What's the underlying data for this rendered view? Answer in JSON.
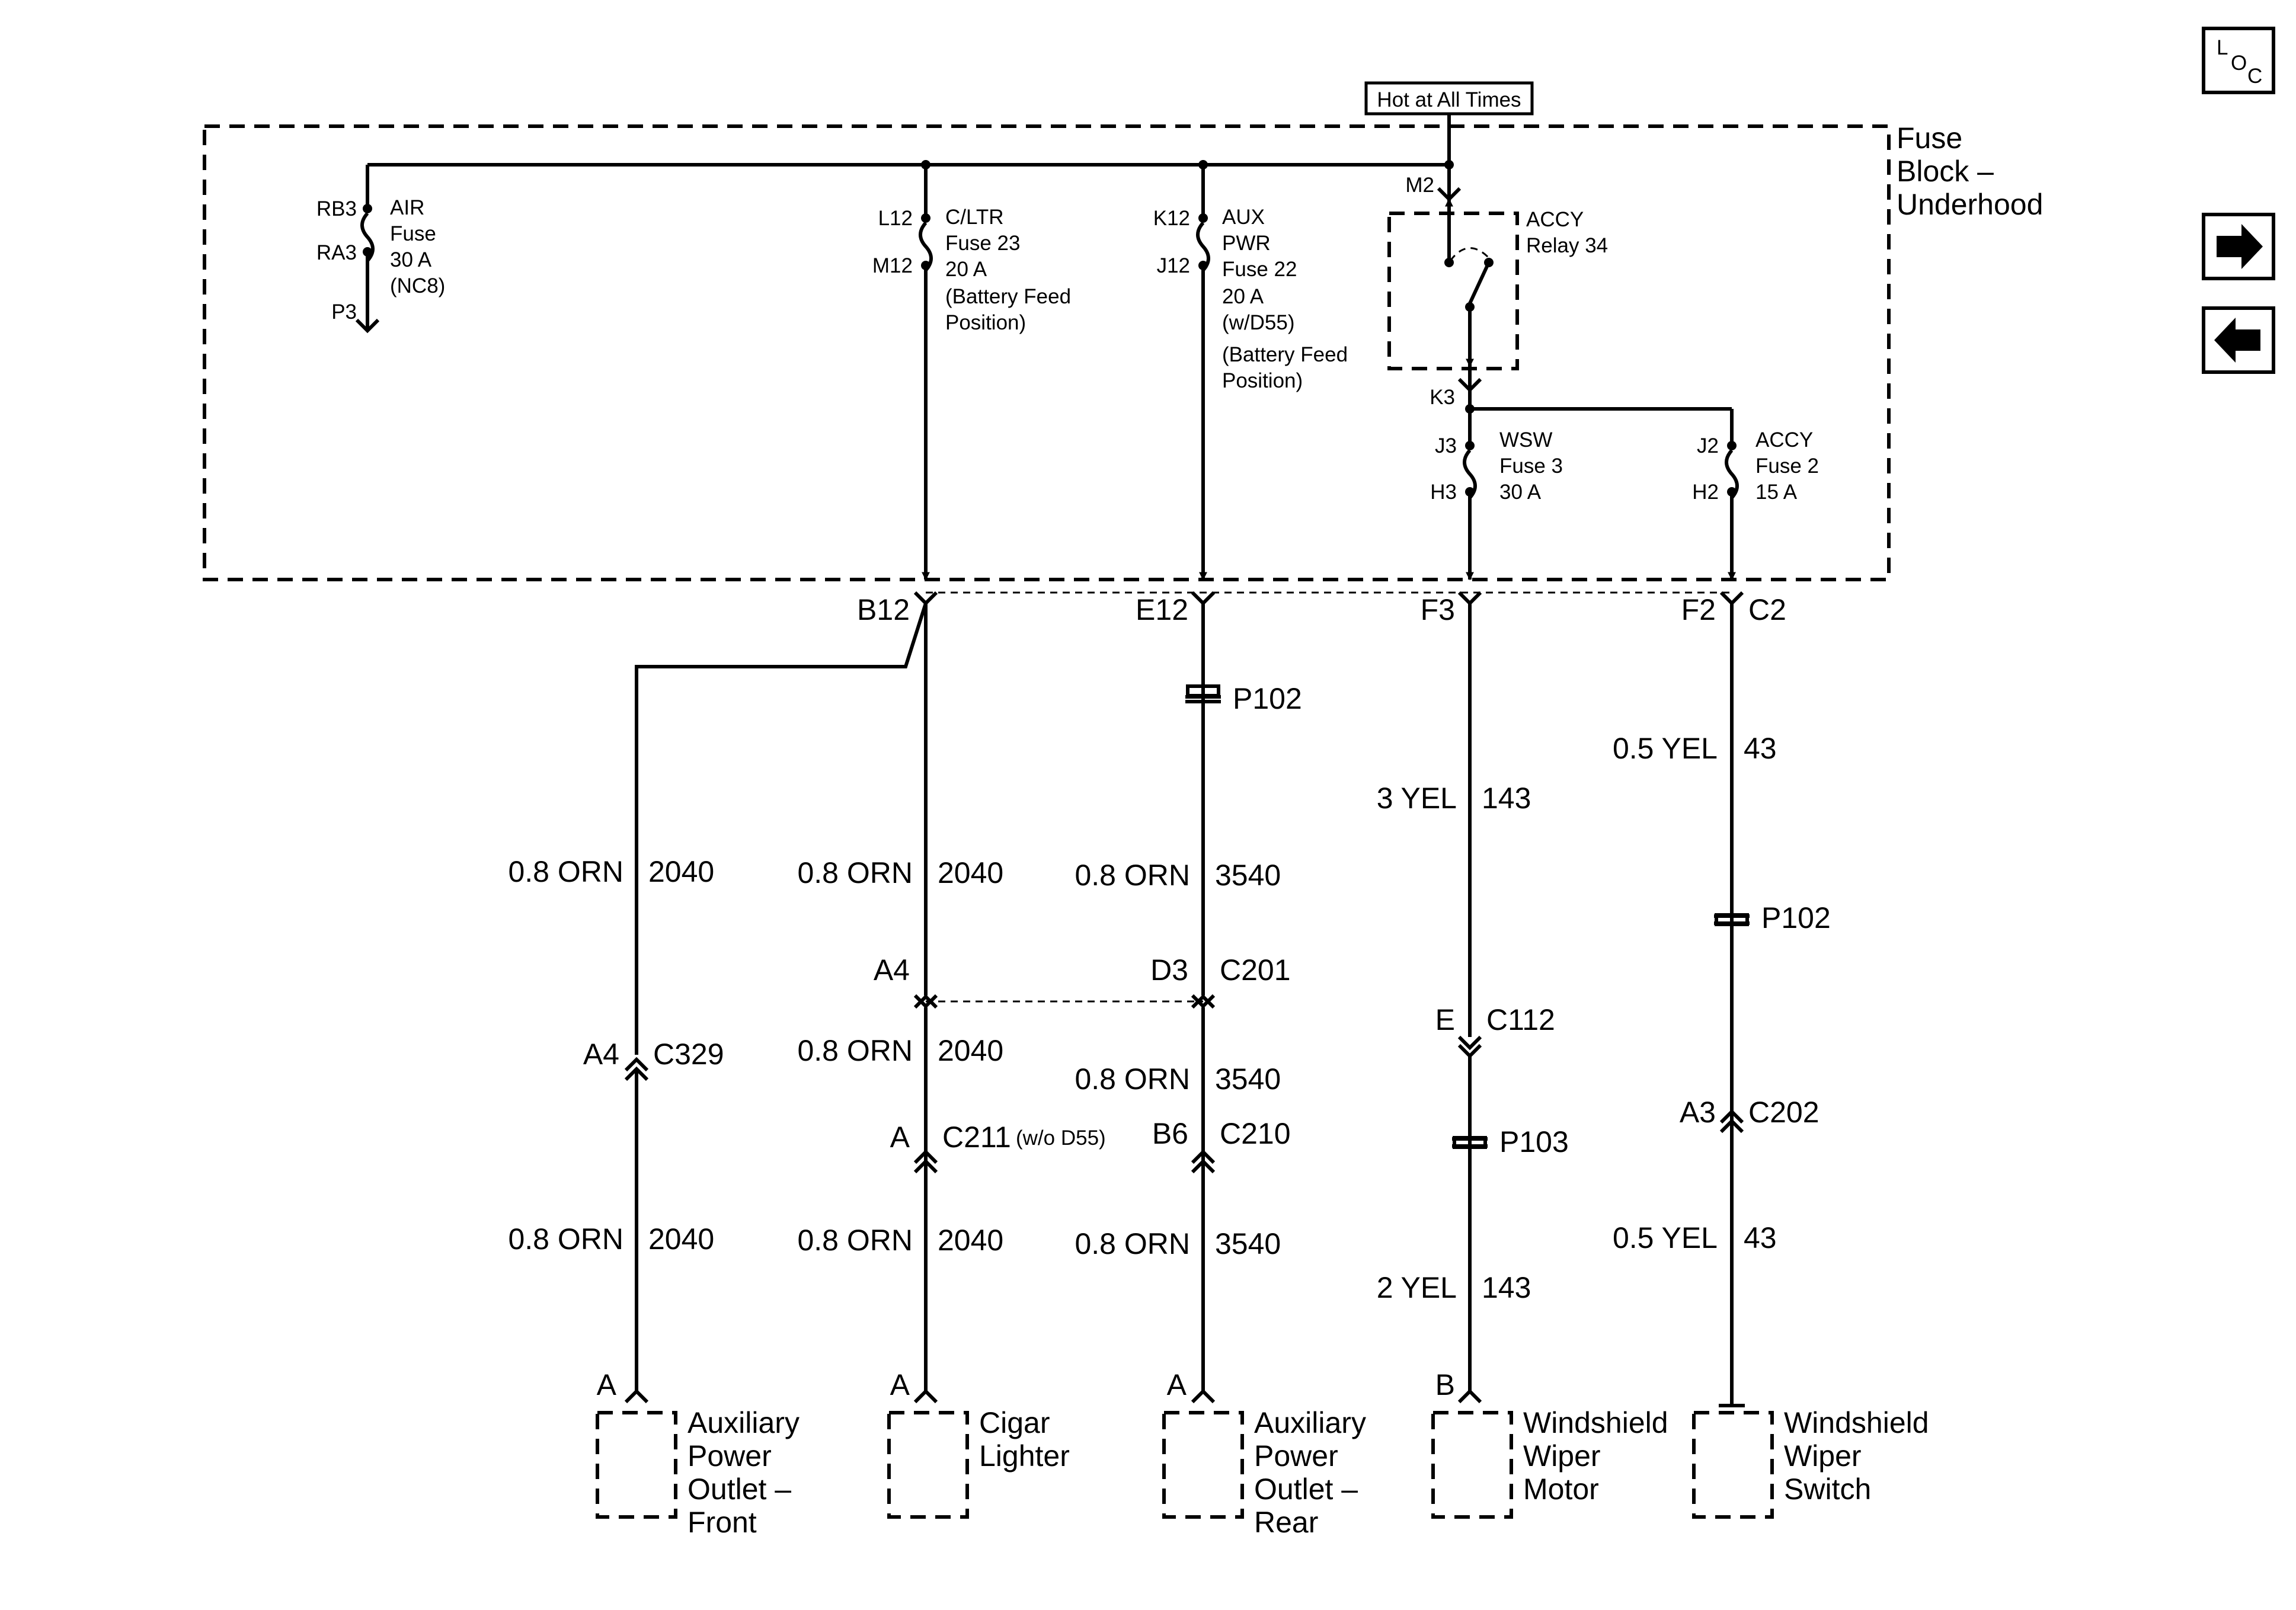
{
  "side_buttons": {
    "loc": {
      "l": "L",
      "o": "O",
      "c": "C"
    },
    "next_icon": "arrow-right-icon",
    "prev_icon": "arrow-left-icon"
  },
  "hot_label": "Hot at All Times",
  "fuse_block": {
    "line1": "Fuse",
    "line2": "Block –",
    "line3": "Underhood"
  },
  "fuses": {
    "air": {
      "top": "RB3",
      "bottom": "RA3",
      "out": "P3",
      "l1": "AIR",
      "l2": "Fuse",
      "l3": "30 A",
      "l4": "(NC8)"
    },
    "cltr": {
      "top": "L12",
      "bottom": "M12",
      "l1": "C/LTR",
      "l2": "Fuse 23",
      "l3": "20 A",
      "l4": "(Battery Feed",
      "l5": "Position)"
    },
    "aux": {
      "top": "K12",
      "bottom": "J12",
      "l1": "AUX",
      "l2": "PWR",
      "l3": "Fuse 22",
      "l4": "20 A",
      "l5": "(w/D55)",
      "l6": "(Battery Feed",
      "l7": "Position)"
    },
    "wsw": {
      "top": "J3",
      "bottom": "H3",
      "l1": "WSW",
      "l2": "Fuse 3",
      "l3": "30 A"
    },
    "accy": {
      "top": "J2",
      "bottom": "H2",
      "l1": "ACCY",
      "l2": "Fuse 2",
      "l3": "15 A"
    }
  },
  "relay": {
    "l1": "ACCY",
    "l2": "Relay 34",
    "in_pin": "M2",
    "out_pin": "K3"
  },
  "connector_pins": {
    "b12": "B12",
    "e12": "E12",
    "f3": "F3",
    "f2": "F2",
    "c2": "C2"
  },
  "splices": {
    "p102a": "P102",
    "p102b": "P102",
    "p103": "P103"
  },
  "wires": {
    "front_1": {
      "size": "0.8 ORN",
      "circuit": "2040"
    },
    "front_2": {
      "size": "0.8 ORN",
      "circuit": "2040"
    },
    "cig_1": {
      "size": "0.8 ORN",
      "circuit": "2040"
    },
    "cig_2": {
      "size": "0.8 ORN",
      "circuit": "2040"
    },
    "cig_3": {
      "size": "0.8 ORN",
      "circuit": "2040"
    },
    "rear_1": {
      "size": "0.8 ORN",
      "circuit": "3540"
    },
    "rear_2": {
      "size": "0.8 ORN",
      "circuit": "3540"
    },
    "rear_3": {
      "size": "0.8 ORN",
      "circuit": "3540"
    },
    "motor_1": {
      "size": "3 YEL",
      "circuit": "143"
    },
    "motor_2": {
      "size": "2 YEL",
      "circuit": "143"
    },
    "switch_1": {
      "size": "0.5 YEL",
      "circuit": "43"
    },
    "switch_2": {
      "size": "0.5 YEL",
      "circuit": "43"
    }
  },
  "connectors": {
    "c329": {
      "pin": "A4",
      "name": "C329"
    },
    "c201": {
      "pin_left": "A4",
      "pin_right": "D3",
      "name": "C201"
    },
    "c211": {
      "pin": "A",
      "name": "C211",
      "note": "(w/o D55)"
    },
    "c210": {
      "pin": "B6",
      "name": "C210"
    },
    "c112": {
      "pin": "E",
      "name": "C112"
    },
    "c202": {
      "pin": "A3",
      "name": "C202"
    }
  },
  "components": {
    "front": {
      "pin": "A",
      "l1": "Auxiliary",
      "l2": "Power",
      "l3": "Outlet –",
      "l4": "Front"
    },
    "cigar": {
      "pin": "A",
      "l1": "Cigar",
      "l2": "Lighter"
    },
    "rear": {
      "pin": "A",
      "l1": "Auxiliary",
      "l2": "Power",
      "l3": "Outlet –",
      "l4": "Rear"
    },
    "motor": {
      "pin": "B",
      "l1": "Windshield",
      "l2": "Wiper",
      "l3": "Motor"
    },
    "switch": {
      "l1": "Windshield",
      "l2": "Wiper",
      "l3": "Switch"
    }
  }
}
